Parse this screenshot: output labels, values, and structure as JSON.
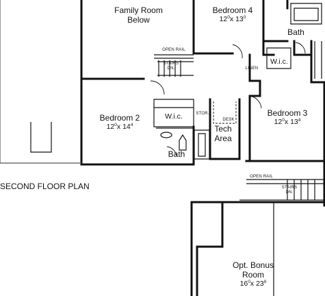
{
  "plan_title": "SECOND FLOOR PLAN",
  "rooms": {
    "family_room": {
      "line1": "Family Room",
      "line2": "Below"
    },
    "bedroom4": {
      "name": "Bedroom 4",
      "w": "12",
      "h": "13",
      "w_sup": "0",
      "h_sup": "0"
    },
    "bath_upper": {
      "name": "Bath"
    },
    "wic_upper": {
      "name": "W.i.c."
    },
    "linen": {
      "name": "LINEN"
    },
    "bedroom2": {
      "name": "Bedroom 2",
      "w": "12",
      "h": "14",
      "w_sup": "0",
      "h_sup": "4"
    },
    "wic_left": {
      "name": "W.i.c."
    },
    "bath_lower": {
      "name": "Bath"
    },
    "stor": {
      "name": "STOR."
    },
    "tech_area": {
      "line1": "Tech",
      "line2": "Area"
    },
    "desk": {
      "name": "DESK"
    },
    "bedroom3": {
      "name": "Bedroom 3",
      "w": "12",
      "h": "13",
      "w_sup": "0",
      "h_sup": "4"
    },
    "bonus_room": {
      "line1": "Opt. Bonus",
      "line2": "Room",
      "w": "16",
      "h": "23",
      "w_sup": "0",
      "h_sup": "8"
    }
  },
  "annotations": {
    "open_rail_upper": "OPEN RAIL",
    "stairs_dn_upper": {
      "line1": "STAIRS",
      "line2": "DN."
    },
    "open_rail_lower": "OPEN RAIL",
    "stairs_dn_lower": {
      "line1": "STAIRS",
      "line2": "DN."
    }
  }
}
